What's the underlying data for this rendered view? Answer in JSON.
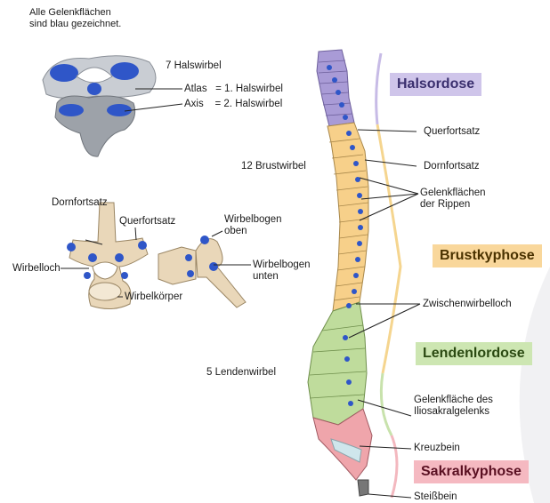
{
  "header": {
    "line1": "Alle Gelenkflächen",
    "line2": "sind blau gezeichnet."
  },
  "vertebra_labels": {
    "halswirbel": "7 Halswirbel",
    "atlas": "Atlas   = 1. Halswirbel",
    "axis": "Axis    = 2. Halswirbel",
    "brustwirbel": "12 Brustwirbel",
    "lendenwirbel": "5 Lendenwirbel"
  },
  "detail_labels": {
    "dornfortsatz": "Dornfortsatz",
    "querfortsatz": "Querfortsatz",
    "wirbelloch": "Wirbelloch",
    "wirbelkoerper": "Wirbelkörper",
    "wirbelbogen_oben_1": "Wirbelbogen",
    "wirbelbogen_oben_2": "oben",
    "wirbelbogen_unten_1": "Wirbelbogen",
    "wirbelbogen_unten_2": "unten"
  },
  "spine_labels": {
    "querfortsatz": "Querfortsatz",
    "dornfortsatz": "Dornfortsatz",
    "gelenk_rippen_1": "Gelenkflächen",
    "gelenk_rippen_2": "der Rippen",
    "zwischenwirbelloch": "Zwischenwirbelloch",
    "iliosakral_1": "Gelenkfläche des",
    "iliosakral_2": "Iliosakralgelenks",
    "kreuzbein": "Kreuzbein",
    "steissbein": "Steißbein"
  },
  "curvatures": {
    "halslordose": "Halsordose",
    "brustkyphose": "Brustkyphose",
    "lendenlordose": "Lendenlordose",
    "sakralkyphose": "Sakralkyphose"
  },
  "colors": {
    "joint_surface": "#2f56c8",
    "cervical": "#a99bd6",
    "thoracic": "#f7d08a",
    "lumbar": "#bfdc9c",
    "sacral": "#efa5ab",
    "badge_hals": "#cfc5ea",
    "badge_brust": "#f9d79b",
    "badge_lenden": "#cde6b2",
    "badge_sakral": "#f5b9c1"
  }
}
